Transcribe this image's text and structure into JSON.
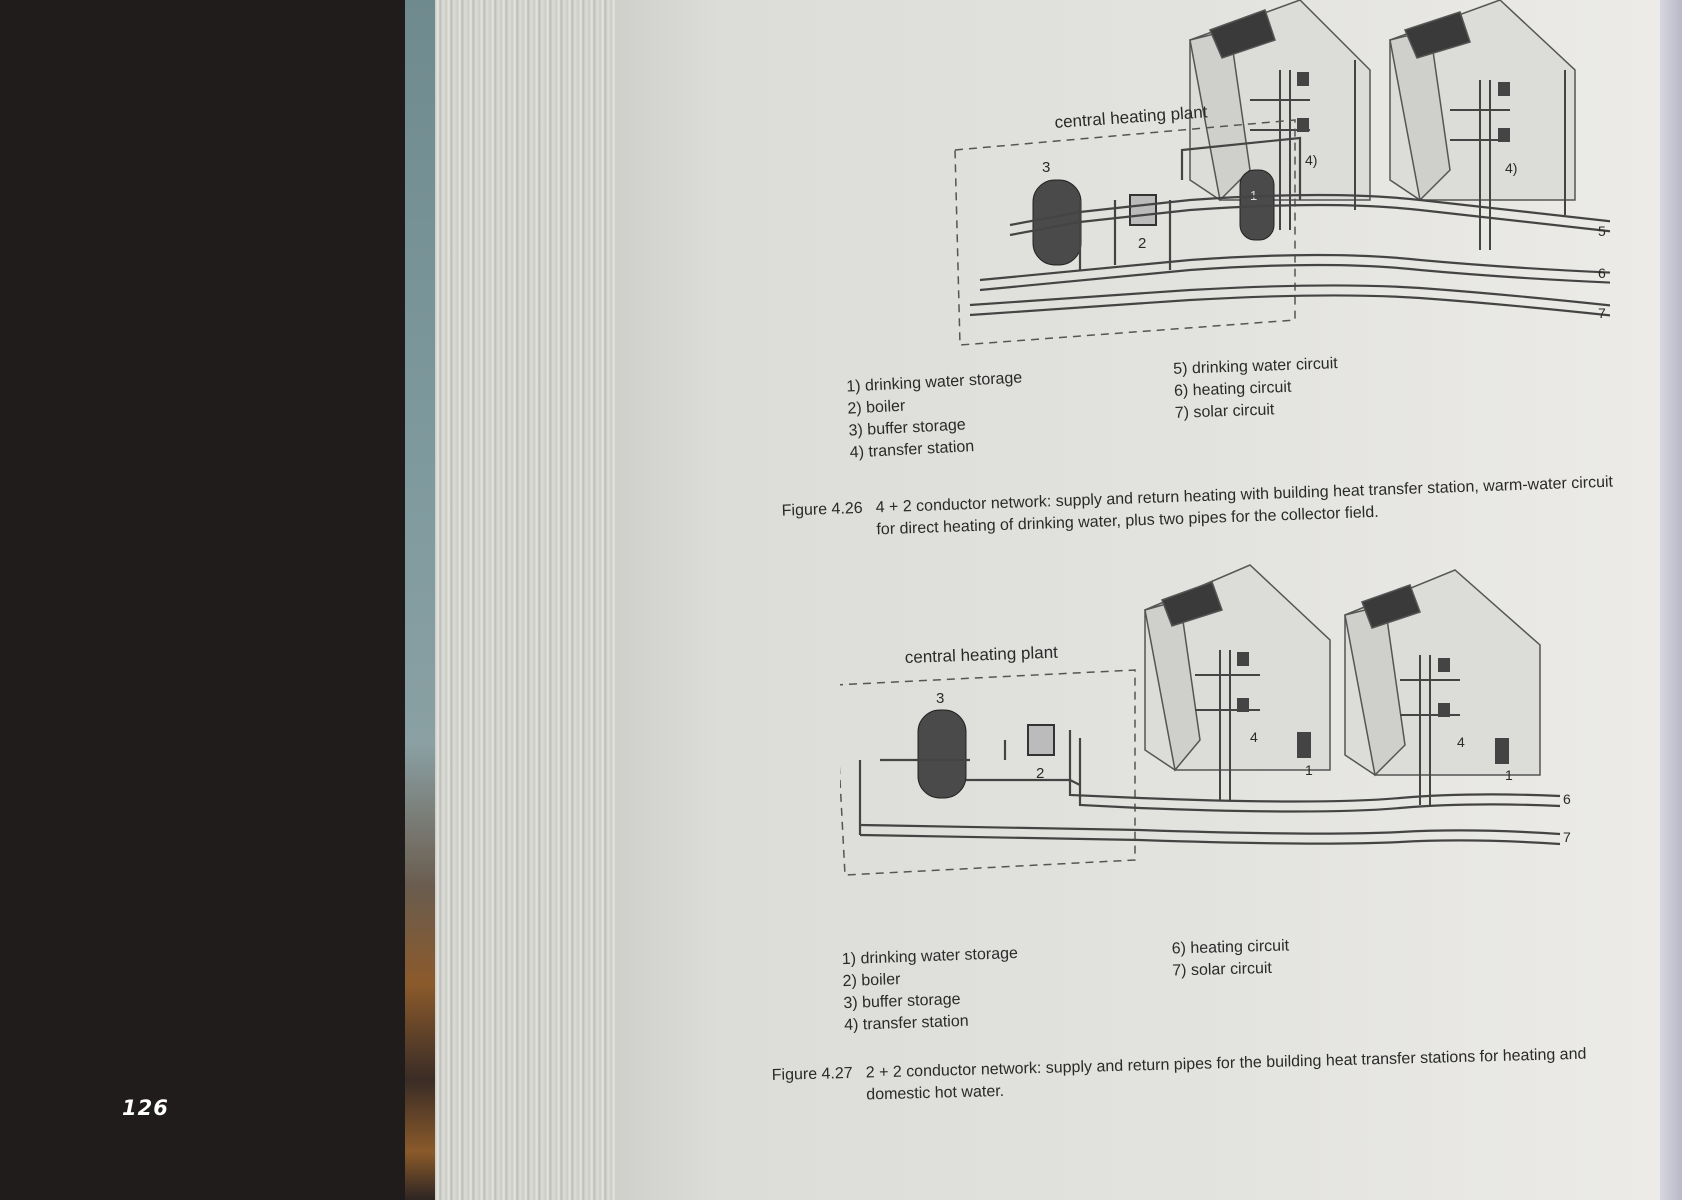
{
  "page_number": "126",
  "figure_426": {
    "plant_label": "central heating plant",
    "component_numbers": {
      "buffer": "3",
      "boiler": "2",
      "storage": "1",
      "station_a": "4)",
      "station_b": "4)"
    },
    "pipe_numbers": [
      "5",
      "6",
      "7"
    ],
    "legend_left": [
      "1) drinking water storage",
      "2) boiler",
      "3) buffer storage",
      "4) transfer station"
    ],
    "legend_right": [
      "5) drinking water circuit",
      "6) heating circuit",
      "7) solar circuit"
    ],
    "caption_number": "Figure 4.26",
    "caption_text": "4 + 2 conductor network: supply and return heating with building heat transfer station, warm-water circuit for direct heating of drinking water, plus two pipes for the collector field."
  },
  "figure_427": {
    "plant_label": "central heating plant",
    "component_numbers": {
      "buffer": "3",
      "boiler": "2",
      "station_a": "4",
      "storage_a": "1",
      "station_b": "4",
      "storage_b": "1"
    },
    "pipe_numbers": [
      "6",
      "7"
    ],
    "legend_left": [
      "1) drinking water storage",
      "2) boiler",
      "3) buffer storage",
      "4) transfer station"
    ],
    "legend_right": [
      "6) heating circuit",
      "7) solar circuit"
    ],
    "caption_number": "Figure 4.27",
    "caption_text": "2 + 2 conductor network: supply and return pipes for the building heat transfer stations for heating and domestic hot water."
  }
}
